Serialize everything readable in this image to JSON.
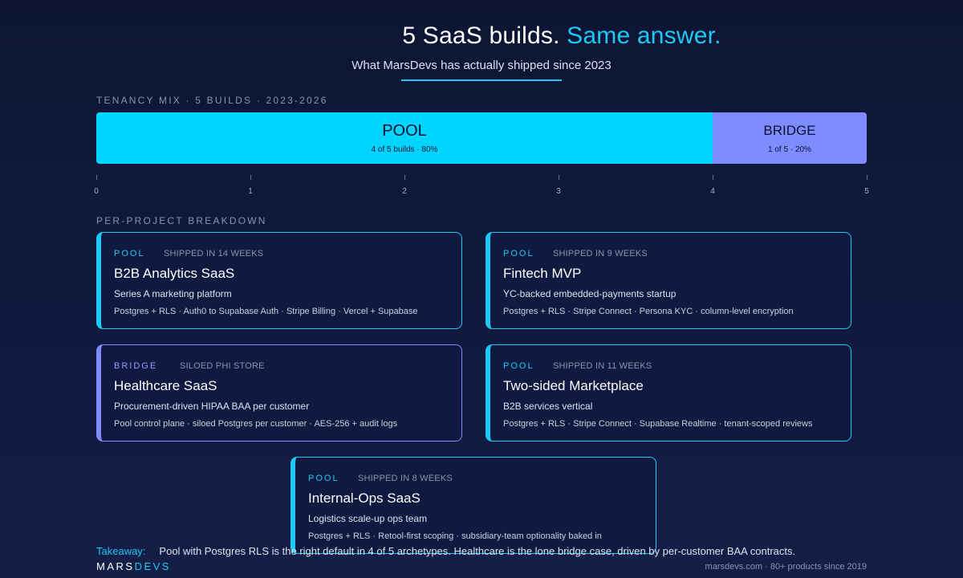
{
  "header": {
    "title_main": "5 SaaS builds.",
    "title_accent": "Same answer.",
    "subtitle": "What MarsDevs has actually shipped since 2023"
  },
  "sections": {
    "mix_label": "TENANCY MIX · 5 BUILDS · 2023-2026",
    "breakdown_label": "PER-PROJECT BREAKDOWN"
  },
  "chart_data": {
    "type": "bar",
    "orientation": "horizontal-stacked",
    "categories": [
      "POOL",
      "BRIDGE"
    ],
    "values": [
      4,
      1
    ],
    "segment_labels": [
      "4 of 5 builds · 80%",
      "1 of 5 · 20%"
    ],
    "x_ticks": [
      "0",
      "1",
      "2",
      "3",
      "4",
      "5"
    ],
    "xlim": [
      0,
      5
    ],
    "colors": [
      "#00d4ff",
      "#7f8cff"
    ]
  },
  "projects": [
    {
      "tag": "POOL",
      "meta": "SHIPPED IN 14 WEEKS",
      "title": "B2B Analytics SaaS",
      "desc": "Series A marketing platform",
      "stack": "Postgres + RLS · Auth0 to Supabase Auth · Stripe Billing · Vercel + Supabase"
    },
    {
      "tag": "POOL",
      "meta": "SHIPPED IN 9 WEEKS",
      "title": "Fintech MVP",
      "desc": "YC-backed embedded-payments startup",
      "stack": "Postgres + RLS · Stripe Connect · Persona KYC · column-level encryption"
    },
    {
      "tag": "BRIDGE",
      "meta": "SILOED PHI STORE",
      "title": "Healthcare SaaS",
      "desc": "Procurement-driven HIPAA BAA per customer",
      "stack": "Pool control plane · siloed Postgres per customer · AES-256 + audit logs"
    },
    {
      "tag": "POOL",
      "meta": "SHIPPED IN 11 WEEKS",
      "title": "Two-sided Marketplace",
      "desc": "B2B services vertical",
      "stack": "Postgres + RLS · Stripe Connect · Supabase Realtime · tenant-scoped reviews"
    },
    {
      "tag": "POOL",
      "meta": "SHIPPED IN 8 WEEKS",
      "title": "Internal-Ops SaaS",
      "desc": "Logistics scale-up ops team",
      "stack": "Postgres + RLS · Retool-first scoping · subsidiary-team optionality baked in"
    }
  ],
  "takeaway": {
    "label": "Takeaway:",
    "text": "Pool with Postgres RLS is the right default in 4 of 5 archetypes. Healthcare is the lone bridge case, driven by per-customer BAA contracts."
  },
  "footer": {
    "brand_part1": "MARS",
    "brand_part2": "DEVS",
    "right_text": "marsdevs.com · 80+ products since 2019"
  },
  "colors": {
    "pool": "#00d4ff",
    "bridge": "#7f8cff",
    "accent": "#1ec8f5",
    "background": "#0d1533"
  }
}
